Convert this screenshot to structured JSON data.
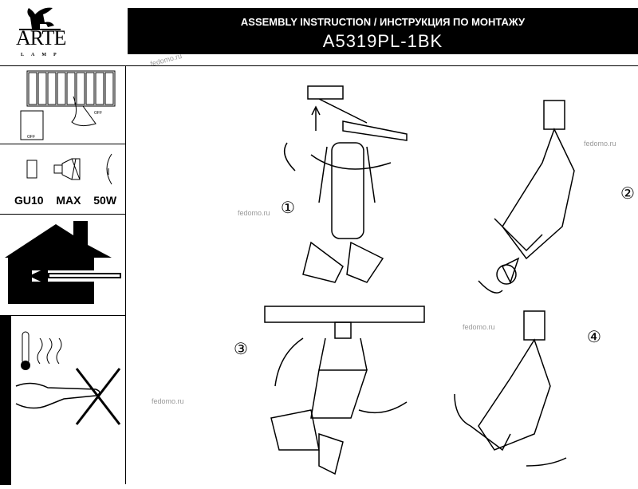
{
  "logo": {
    "brand": "ARTE",
    "sub": "LAMP"
  },
  "header": {
    "title": "ASSEMBLY INSTRUCTION / ИНСТРУКЦИЯ ПО МОНТАЖУ",
    "model": "A5319PL-1BK"
  },
  "left_panel": {
    "breaker_off": "OFF",
    "switch_off": "OFF",
    "bulb_spec": "GU10  MAX  50W"
  },
  "steps": [
    "①",
    "②",
    "③",
    "④"
  ],
  "watermark": "fedomo.ru"
}
